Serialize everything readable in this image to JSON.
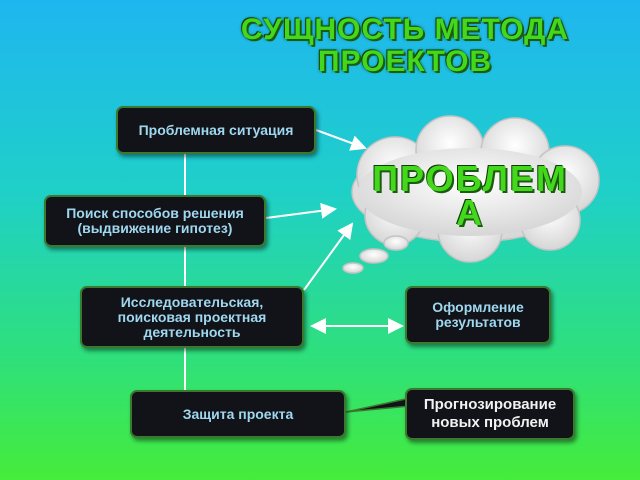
{
  "slide": {
    "title": "СУЩНОСТЬ МЕТОДА ПРОЕКТОВ",
    "cloud_label": "ПРОБЛЕМ А",
    "boxes": {
      "problem_situation": "Проблемная ситуация",
      "search_methods": "Поиск способов решения (выдвижение гипотез)",
      "research": "Исследовательская, поисковая проектная деятельность",
      "results": "Оформление результатов",
      "defense": "Защита проекта",
      "forecast": "Прогнозирование новых проблем"
    }
  },
  "colors": {
    "title_green": "#44d81c",
    "box_fill": "#111318",
    "box_text": "#9fd7ef",
    "box_border": "#3b7a2e",
    "cloud_fill": "#ececec"
  }
}
